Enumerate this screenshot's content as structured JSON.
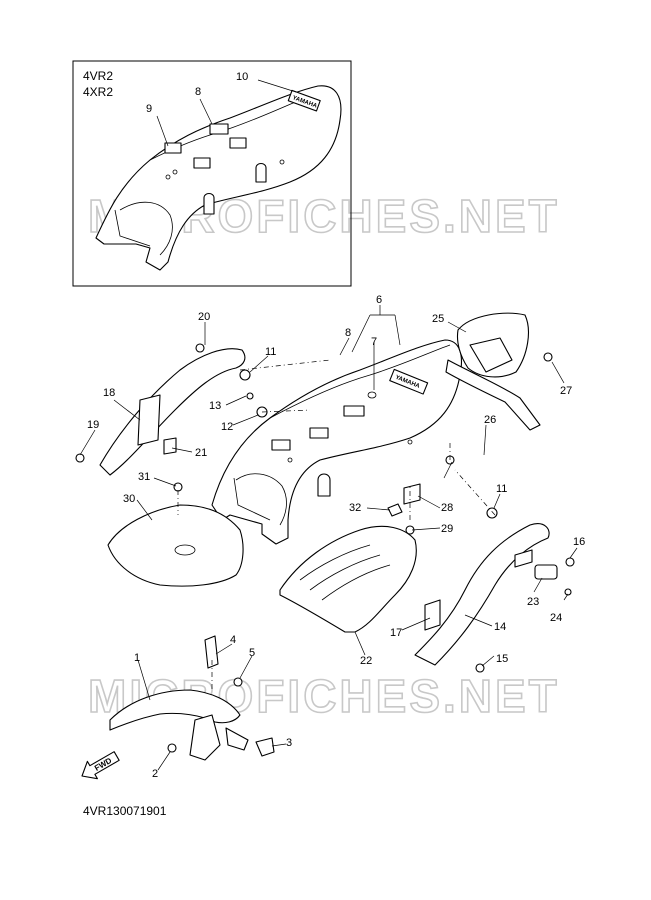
{
  "inset": {
    "model_codes": [
      "4VR2",
      "4XR2"
    ]
  },
  "callouts": {
    "c1": "1",
    "c2": "2",
    "c3": "3",
    "c4": "4",
    "c5": "5",
    "c6": "6",
    "c7": "7",
    "c8a": "8",
    "c8b": "8",
    "c9": "9",
    "c10": "10",
    "c11a": "11",
    "c11b": "11",
    "c12": "12",
    "c13": "13",
    "c14": "14",
    "c15": "15",
    "c16": "16",
    "c17": "17",
    "c18": "18",
    "c19": "19",
    "c20": "20",
    "c21": "21",
    "c22": "22",
    "c23": "23",
    "c24": "24",
    "c25": "25",
    "c26": "26",
    "c27": "27",
    "c28": "28",
    "c29": "29",
    "c30": "30",
    "c31": "31",
    "c32": "32"
  },
  "fwd_label": "FWD",
  "brand_text": "YAMAHA",
  "watermark": "MICROFICHES.NET",
  "diagram_code": "4VR130071901"
}
